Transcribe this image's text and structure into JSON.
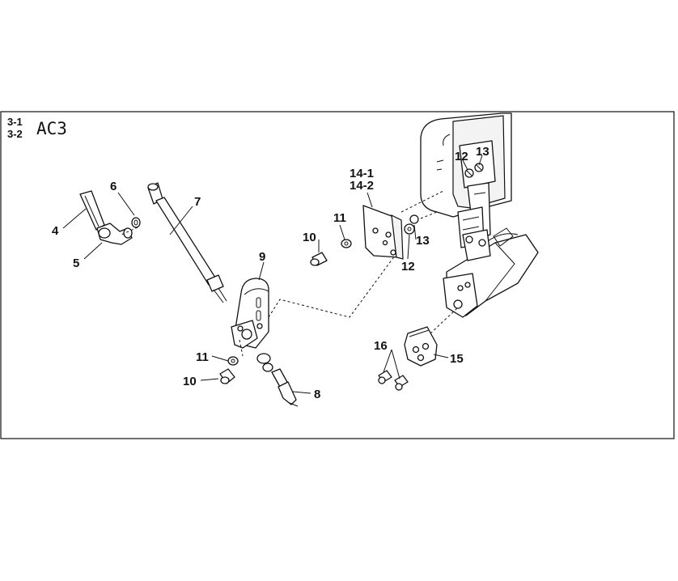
{
  "header": {
    "section_1": "3-1",
    "section_2": "3-2",
    "code": "AC3"
  },
  "callouts": {
    "p4": "4",
    "p5": "5",
    "p6": "6",
    "p7": "7",
    "p8": "8",
    "p9": "9",
    "p10a": "10",
    "p10b": "10",
    "p11a": "11",
    "p11b": "11",
    "p12a": "12",
    "p12b": "12",
    "p13a": "13",
    "p13b": "13",
    "p14_1": "14-1",
    "p14_2": "14-2",
    "p15": "15",
    "p16": "16"
  }
}
